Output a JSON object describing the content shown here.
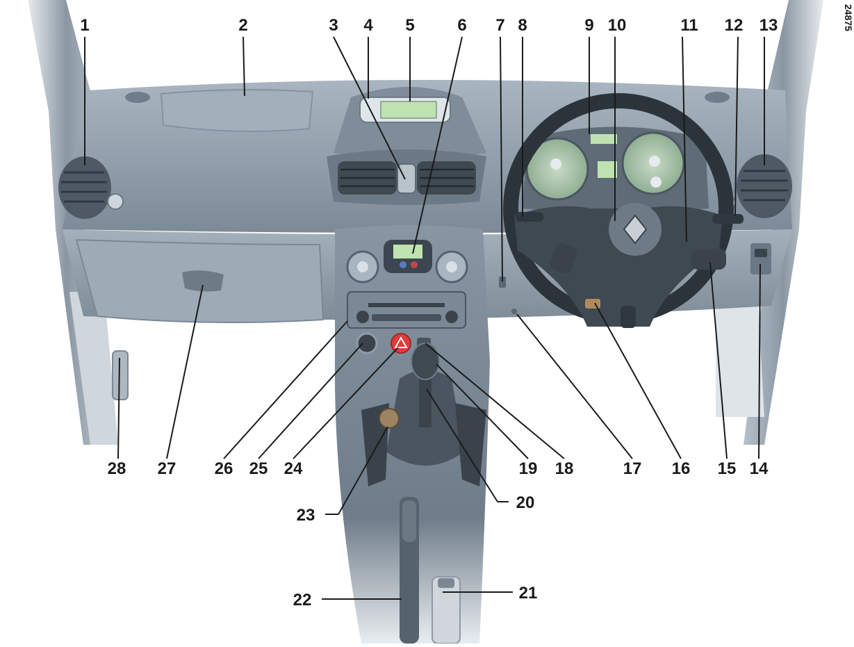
{
  "diagram": {
    "reference_code": "24875",
    "callouts": [
      "1",
      "2",
      "3",
      "4",
      "5",
      "6",
      "7",
      "8",
      "9",
      "10",
      "11",
      "12",
      "13",
      "14",
      "15",
      "16",
      "17",
      "18",
      "19",
      "20",
      "21",
      "22",
      "23",
      "24",
      "25",
      "26",
      "27",
      "28"
    ]
  },
  "colors": {
    "dashboard": "#8d9ba8",
    "dashboard_light": "#b9c4ce",
    "dashboard_dark": "#5f6b77",
    "gauge": "#9bb79e",
    "display": "#bfe3b0",
    "hazard": "#e23b3b",
    "text": "#1a1a1a"
  }
}
